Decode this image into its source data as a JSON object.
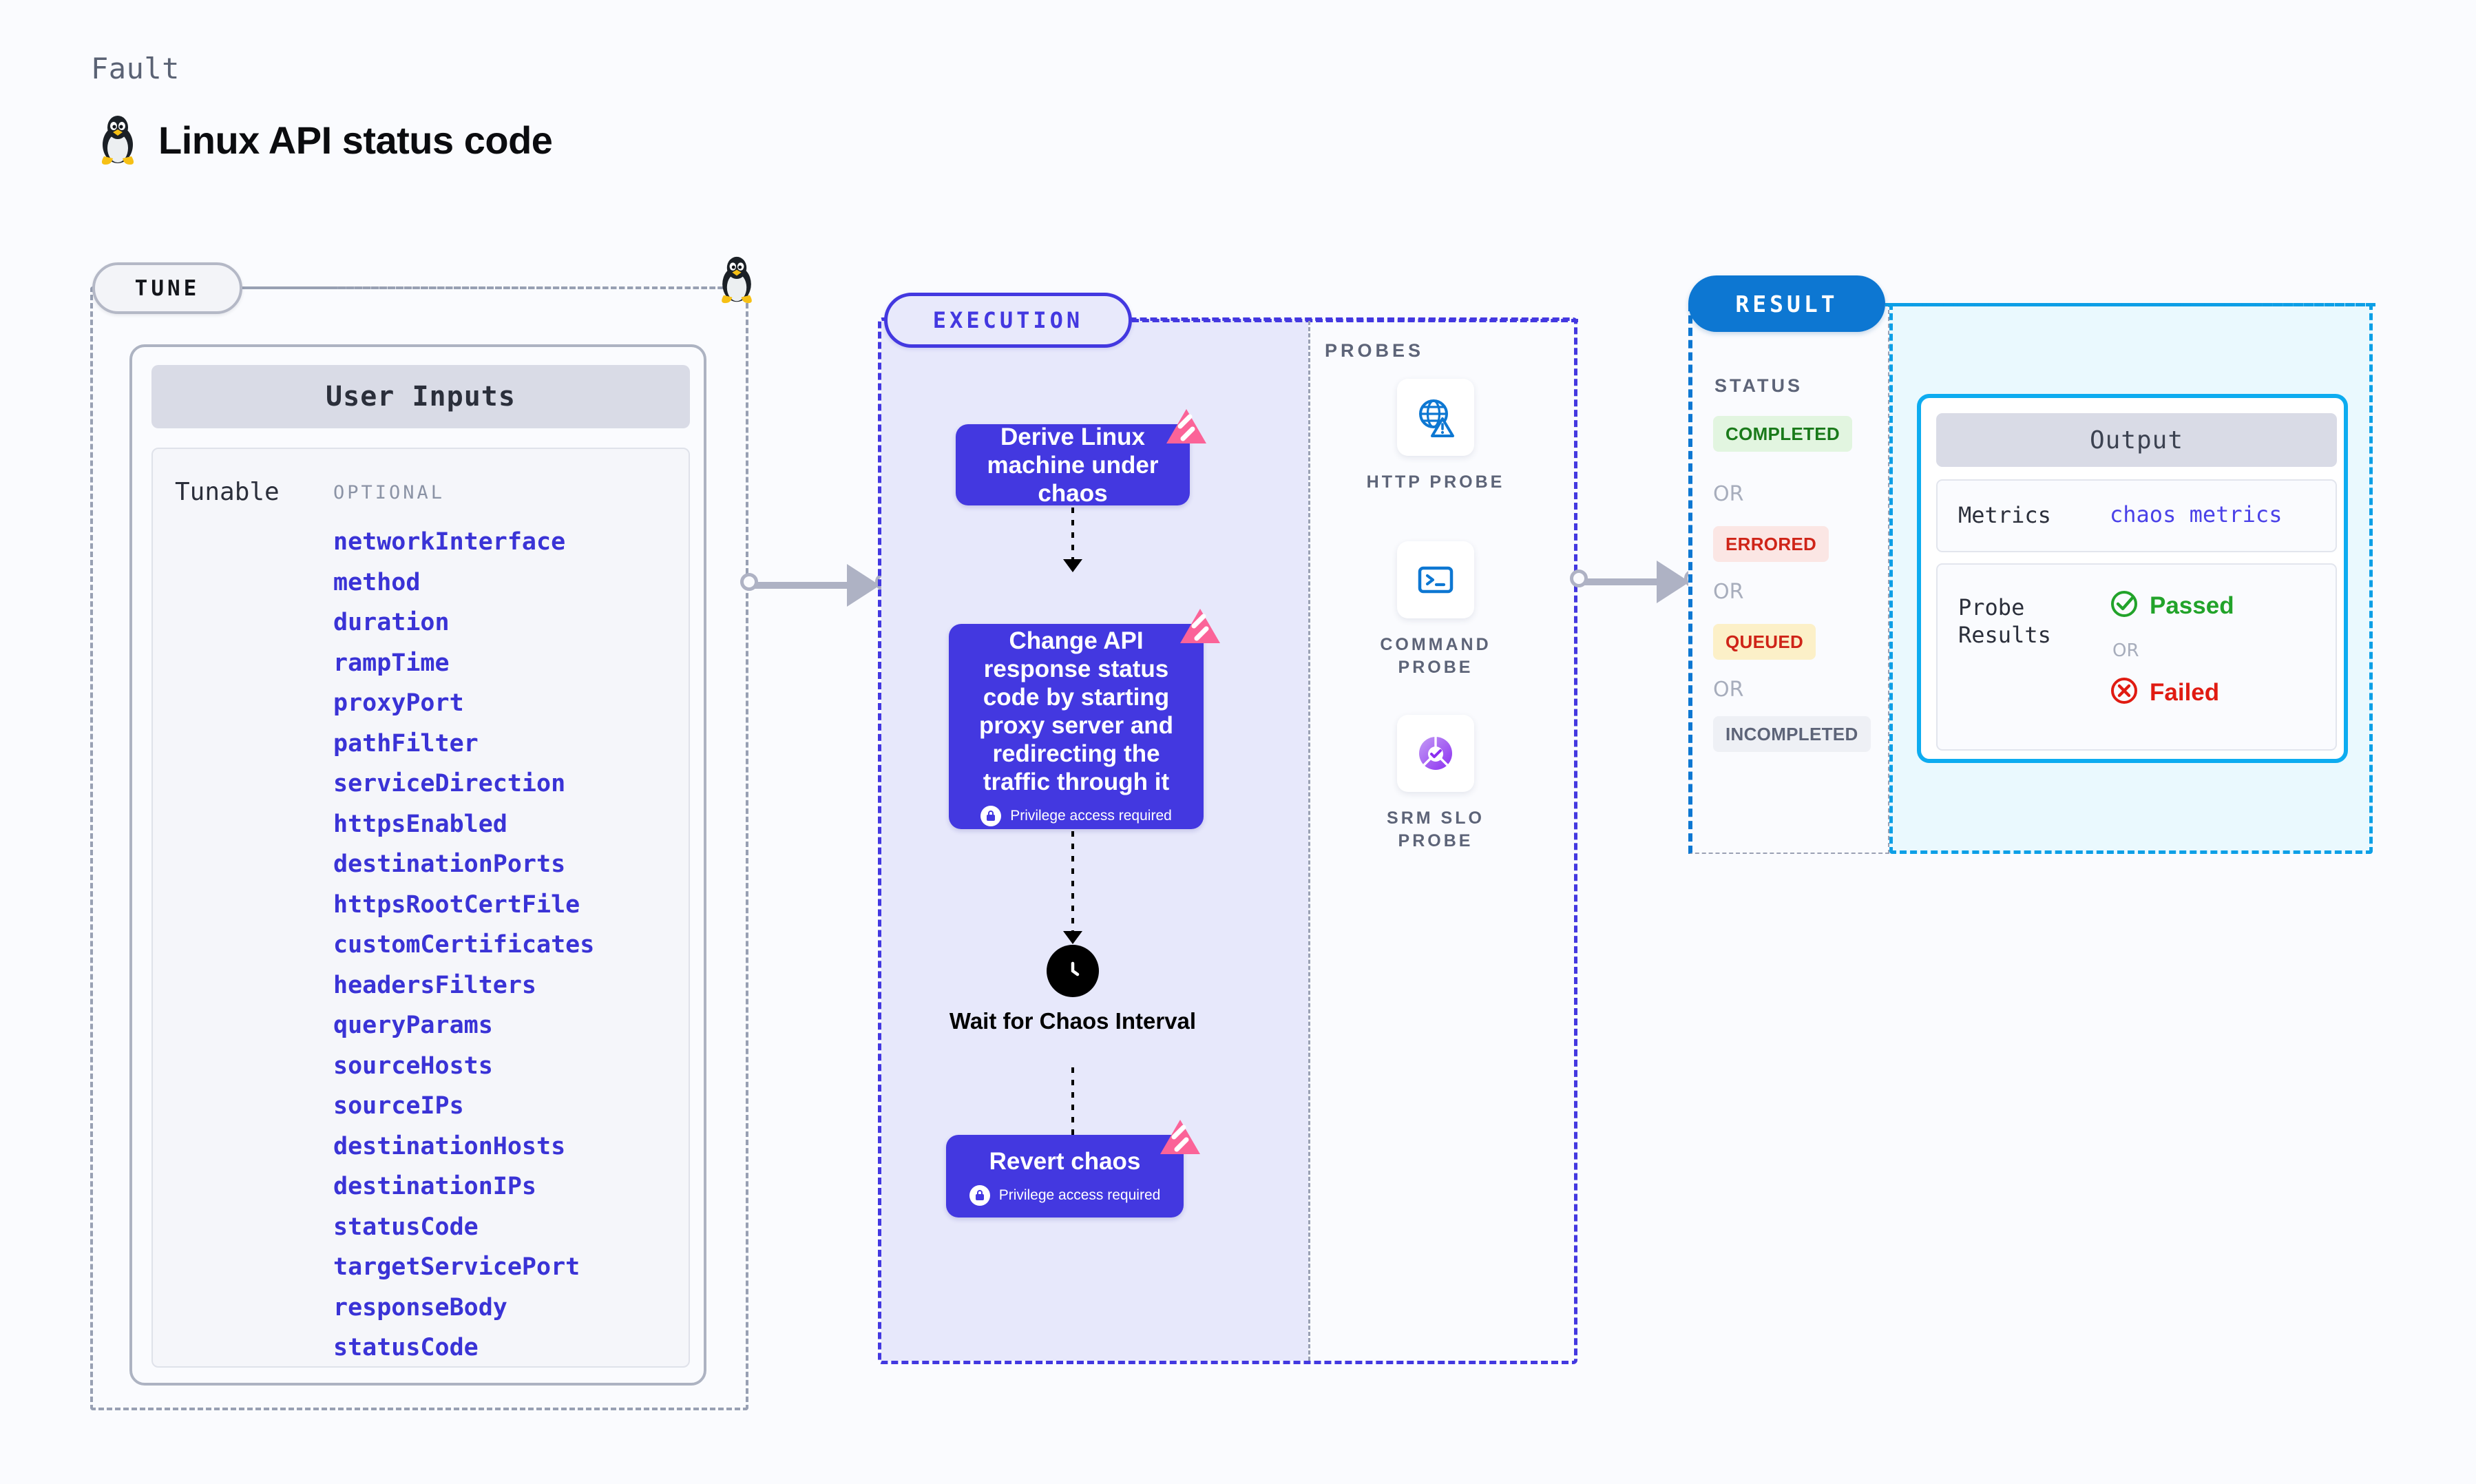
{
  "header": {
    "eyebrow": "Fault",
    "title": "Linux API status code",
    "icon": "linux-tux-icon"
  },
  "tune": {
    "badge": "TUNE",
    "card_title": "User Inputs",
    "group_label": "Tunable",
    "optional_label": "OPTIONAL",
    "parameters": [
      "networkInterface",
      "method",
      "duration",
      "rampTime",
      "proxyPort",
      "pathFilter",
      "serviceDirection",
      "httpsEnabled",
      "destinationPorts",
      "httpsRootCertFile",
      "customCertificates",
      "headersFilters",
      "queryParams",
      "sourceHosts",
      "sourceIPs",
      "destinationHosts",
      "destinationIPs",
      "statusCode",
      "targetServicePort",
      "responseBody",
      "statusCode"
    ]
  },
  "execution": {
    "badge": "EXECUTION",
    "nodes": [
      {
        "label": "Derive Linux machine under chaos",
        "privilege": null,
        "fault_badge": true
      },
      {
        "label": "Change API response status code by starting proxy server and redirecting the traffic through it",
        "privilege": "Privilege access required",
        "fault_badge": true
      },
      {
        "label": "Revert chaos",
        "privilege": "Privilege access required",
        "fault_badge": true
      }
    ],
    "wait_step": {
      "label": "Wait for Chaos Interval",
      "icon": "clock-icon"
    },
    "probes_label": "PROBES",
    "probes": [
      {
        "name": "HTTP PROBE",
        "icon": "globe-warning-icon"
      },
      {
        "name": "COMMAND PROBE",
        "icon": "terminal-icon"
      },
      {
        "name": "SRM SLO PROBE",
        "icon": "srm-slo-icon"
      }
    ]
  },
  "result": {
    "badge": "RESULT",
    "status_label": "STATUS",
    "or_label": "OR",
    "statuses": [
      {
        "label": "COMPLETED",
        "bg": "#e2f5e0",
        "fg": "#1a7a1a"
      },
      {
        "label": "ERRORED",
        "bg": "#fbe6e4",
        "fg": "#cf2418"
      },
      {
        "label": "QUEUED",
        "bg": "#fcf0c8",
        "fg": "#cf2418"
      },
      {
        "label": "INCOMPLETED",
        "bg": "#eef0f5",
        "fg": "#5d6478"
      }
    ],
    "output": {
      "title": "Output",
      "metrics_key": "Metrics",
      "metrics_value": "chaos metrics",
      "probe_results_key": "Probe Results",
      "passed_label": "Passed",
      "or_label": "OR",
      "failed_label": "Failed"
    }
  },
  "colors": {
    "background": "#fafbfe",
    "accent_purple": "#4338e0",
    "accent_blue": "#0d77d2",
    "accent_cyan": "#0dacf0",
    "fault_pink": "#fb6398",
    "muted_gray": "#5d6478",
    "connector_gray": "#aeb2c4"
  }
}
